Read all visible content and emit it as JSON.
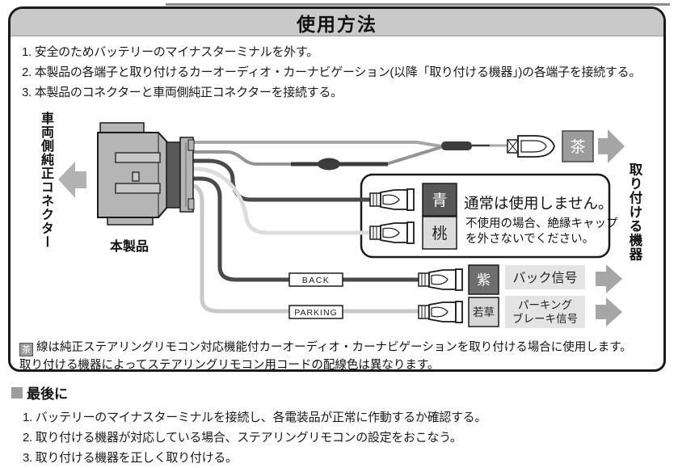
{
  "title": "使用方法",
  "steps": [
    "1. 安全のためバッテリーのマイナスターミナルを外す。",
    "2. 本製品の各端子と取り付けるカーオーディオ・カーナビゲーション(以降「取り付ける機器」)の各端子を接続する。",
    "3. 本製品のコネクターと車両側純正コネクターを接続する。"
  ],
  "diagram": {
    "left_label": "車両側純正コネクター",
    "right_label": "取り付ける機器",
    "product_label": "本製品",
    "wire_tags": {
      "back": "BACK",
      "parking": "PARKING"
    },
    "color_chips": {
      "brown": "茶",
      "blue": "青",
      "pink": "桃",
      "purple": "紫",
      "light_green": "若草"
    },
    "note_box": {
      "line1": "通常は使用しません。",
      "line2": "不使用の場合、絶縁キャップ",
      "line3": "を外さないでください。"
    },
    "signal_labels": {
      "back": "バック信号",
      "parking_line1": "パーキング",
      "parking_line2": "ブレーキ信号"
    },
    "colors": {
      "chip_brown": "#9c9c9c",
      "chip_blue": "#575757",
      "chip_pink": "#dcdcdc",
      "chip_purple": "#6e6e6e",
      "chip_light_green": "#d6d6d6",
      "signal_label_bg": "#e4e4e4",
      "arrow_gray": "#a6a6a6",
      "left_arrow_gray": "#b2b2b2"
    }
  },
  "footnote": {
    "chip": "茶",
    "line1": "線は純正ステアリングリモコン対応機能付カーオーディオ・カーナビゲーションを取り付ける場合に使用します。",
    "line2": "取り付ける機器によってステアリングリモコン用コードの配線色は異なります。"
  },
  "finally": {
    "heading": "最後に",
    "steps": [
      "1. バッテリーのマイナスターミナルを接続し、各電装品が正常に作動するか確認する。",
      "2. 取り付ける機器が対応している場合、ステアリングリモコンの設定をおこなう。",
      "3. 取り付ける機器を正しく取り付ける。"
    ]
  }
}
